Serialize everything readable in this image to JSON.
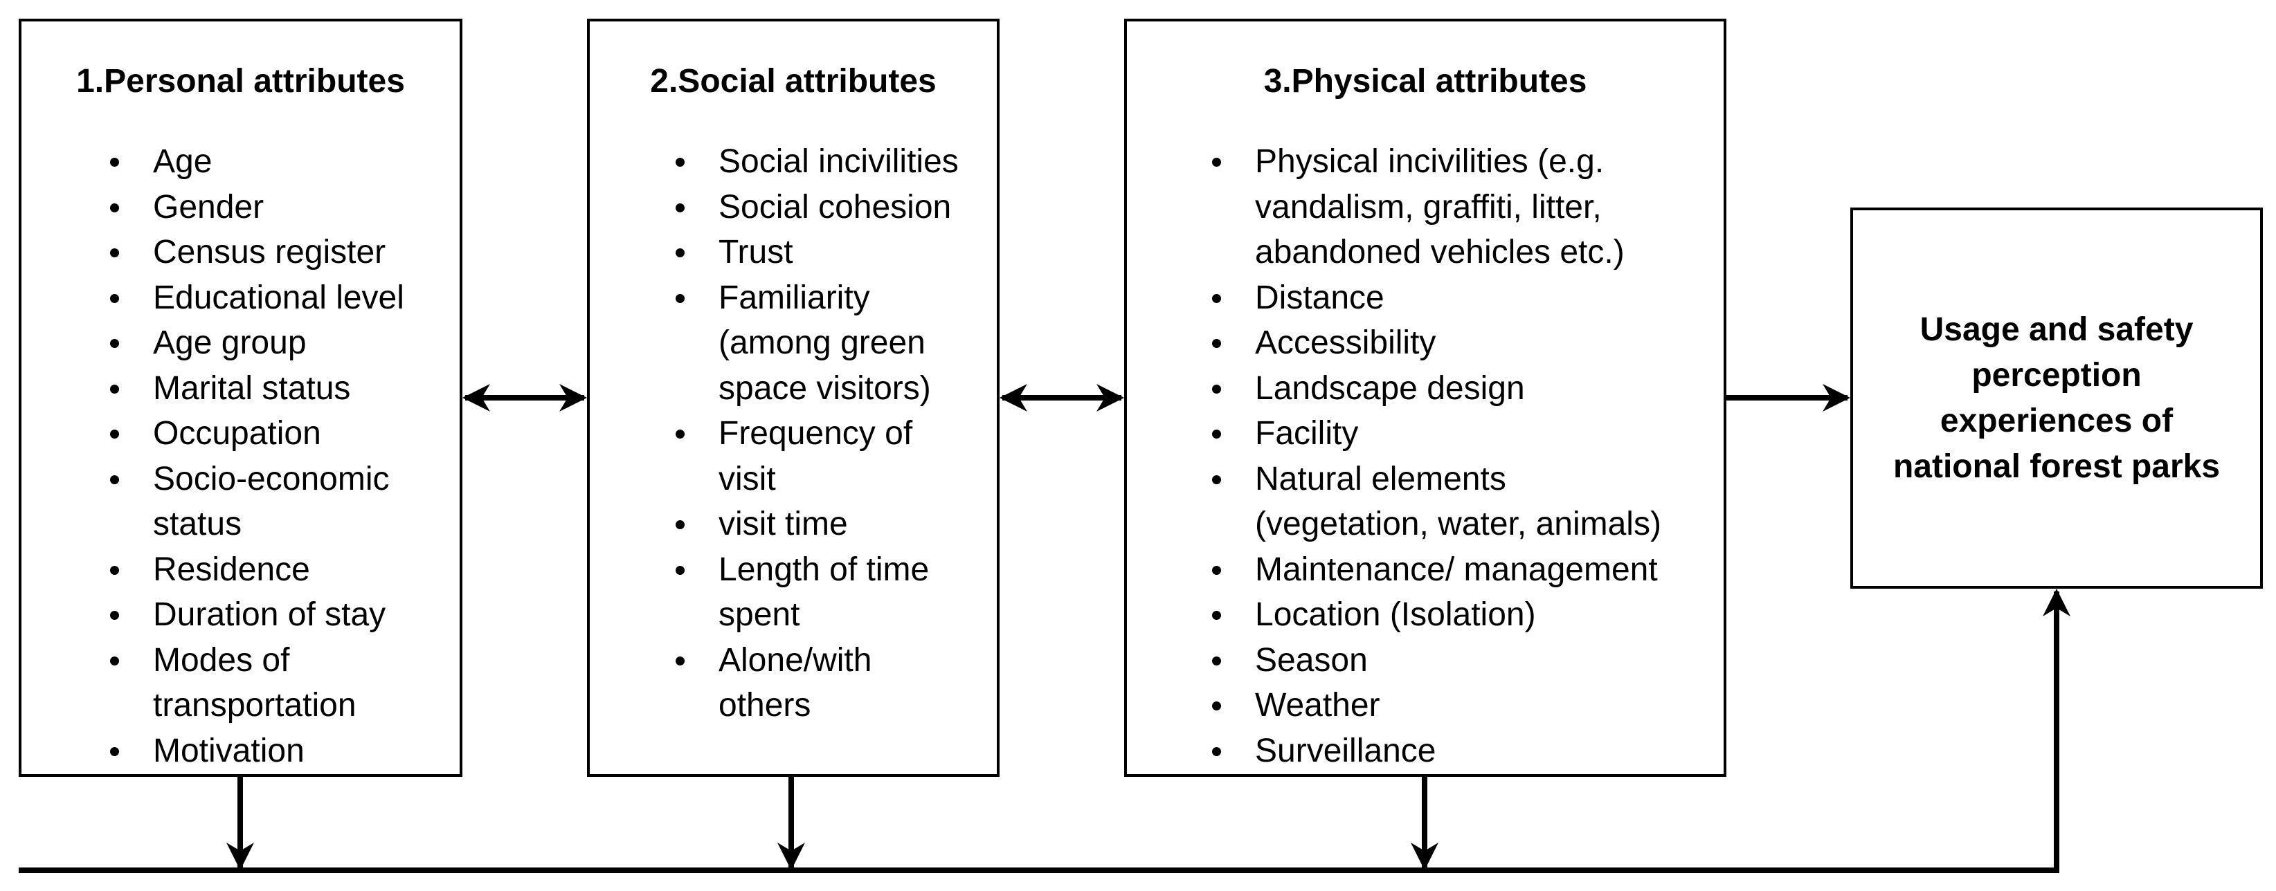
{
  "personal": {
    "title": "1.Personal attributes",
    "items": [
      "Age",
      "Gender",
      "Census register",
      "Educational level",
      "Age group",
      "Marital status",
      "Occupation",
      "Socio-economic\nstatus",
      "Residence",
      "Duration of stay",
      "Modes of\ntransportation",
      "Motivation"
    ]
  },
  "social": {
    "title": "2.Social attributes",
    "items": [
      "Social incivilities",
      "Social cohesion",
      "Trust",
      "Familiarity\n(among green\nspace visitors)",
      "Frequency of\nvisit",
      "visit time",
      "Length of time\nspent",
      "Alone/with\nothers"
    ]
  },
  "physical": {
    "title": "3.Physical attributes",
    "items": [
      "Physical incivilities (e.g.\nvandalism, graffiti, litter,\nabandoned vehicles etc.)",
      "Distance",
      "Accessibility",
      "Landscape design",
      "Facility",
      "Natural elements\n(vegetation, water, animals)",
      "Maintenance/ management",
      "Location (Isolation)",
      "Season",
      "Weather",
      "Surveillance"
    ]
  },
  "outcome": {
    "text": "Usage and safety\nperception\nexperiences of\nnational forest parks"
  },
  "colors": {
    "stroke": "#000000",
    "background": "#ffffff"
  }
}
